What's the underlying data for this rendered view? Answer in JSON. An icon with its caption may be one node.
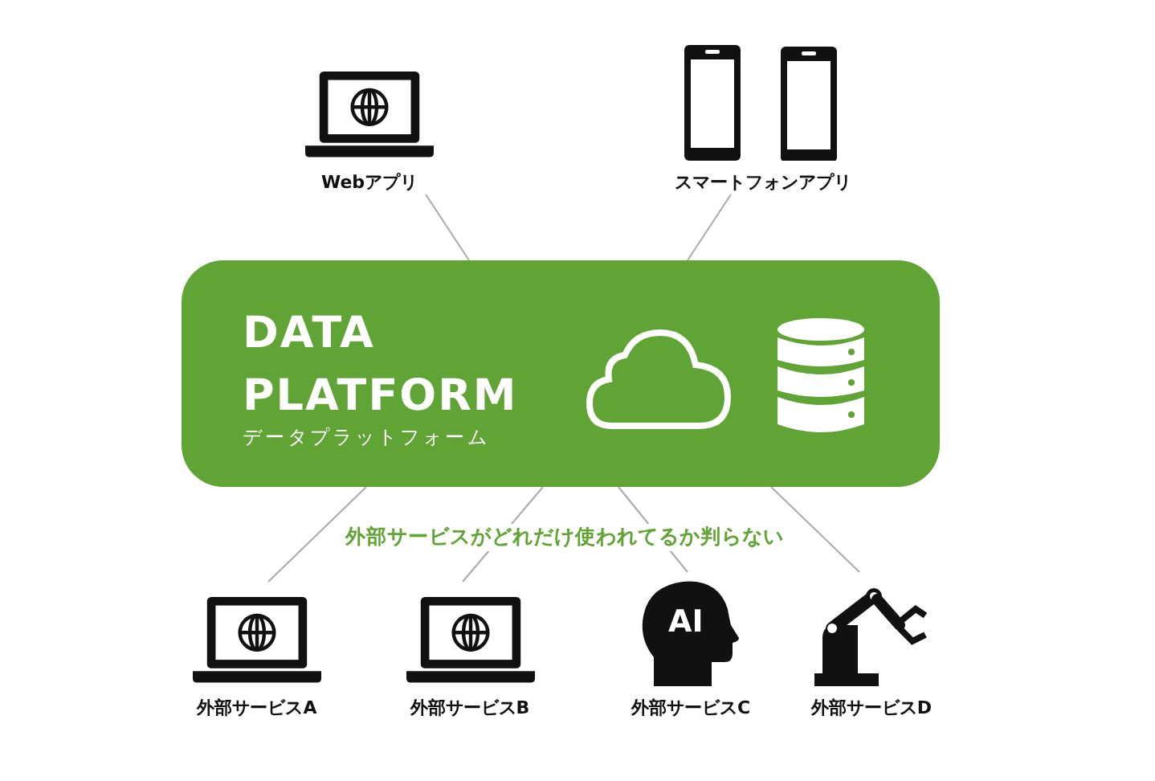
{
  "diagram": {
    "nodes": [
      {
        "text": [
          "Webアプリ"
        ]
      },
      {
        "text": [
          "スマートフォンアプリ"
        ]
      },
      {
        "text": [
          "DATA PLATFORM",
          "データプラットフォーム"
        ]
      },
      {
        "text": [
          "外部サービスA"
        ]
      },
      {
        "text": [
          "外部サービスB"
        ]
      },
      {
        "text": [
          "AI",
          "外部サービスC"
        ]
      },
      {
        "text": [
          "外部サービスD"
        ]
      }
    ],
    "edges": [
      {
        "from": 0,
        "to": 2,
        "arrow": "none"
      },
      {
        "from": 1,
        "to": 2,
        "arrow": "none"
      },
      {
        "from": 2,
        "to": 3,
        "arrow": "none"
      },
      {
        "from": 2,
        "to": 4,
        "arrow": "none"
      },
      {
        "from": 2,
        "to": 5,
        "arrow": "none"
      },
      {
        "from": 2,
        "to": 6,
        "arrow": "none"
      }
    ],
    "labels": [
      "外部サービスがどれだけ使われてるか判らない"
    ]
  }
}
